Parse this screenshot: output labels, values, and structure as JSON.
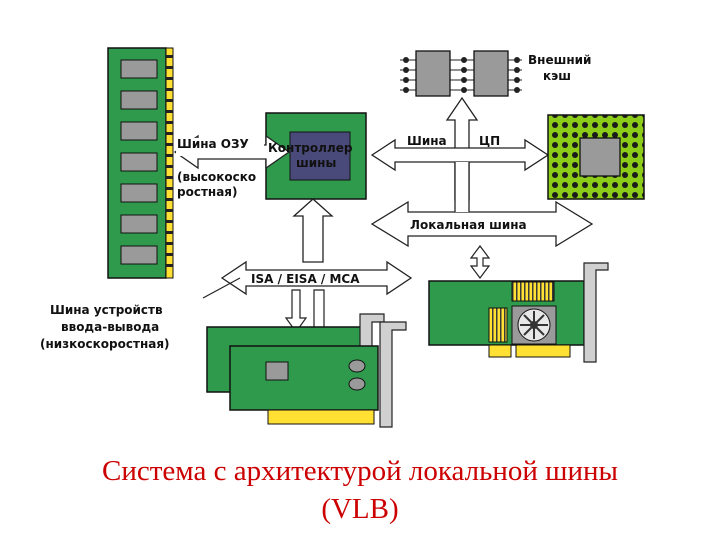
{
  "labels": {
    "ram_bus": "Шина ОЗУ",
    "ram_bus_note_1": "(высокоско",
    "ram_bus_note_2": "ростная)",
    "controller_1": "Контроллер",
    "controller_2": "шины",
    "cpu_bus_1": "Шина",
    "cpu_bus_2": "ЦП",
    "ext_cache_1": "Внешний",
    "ext_cache_2": "кэш",
    "local_bus": "Локальная шина",
    "isa_bus": "ISA / EISA / MCA",
    "io_bus_1": "Шина устройств",
    "io_bus_2": "ввода-вывода",
    "io_bus_3": "(низкоскоростная)"
  },
  "caption": {
    "line1": "Система с архитектурой локальной шины",
    "line2": "(VLB)"
  },
  "colors": {
    "board_green": "#2f9a4b",
    "chip_gray": "#9a9a9a",
    "chip_dark": "#4a4a7a",
    "gold": "#ffe033",
    "cpu_green": "#8ccd1a",
    "caption_red": "#cc0000"
  }
}
